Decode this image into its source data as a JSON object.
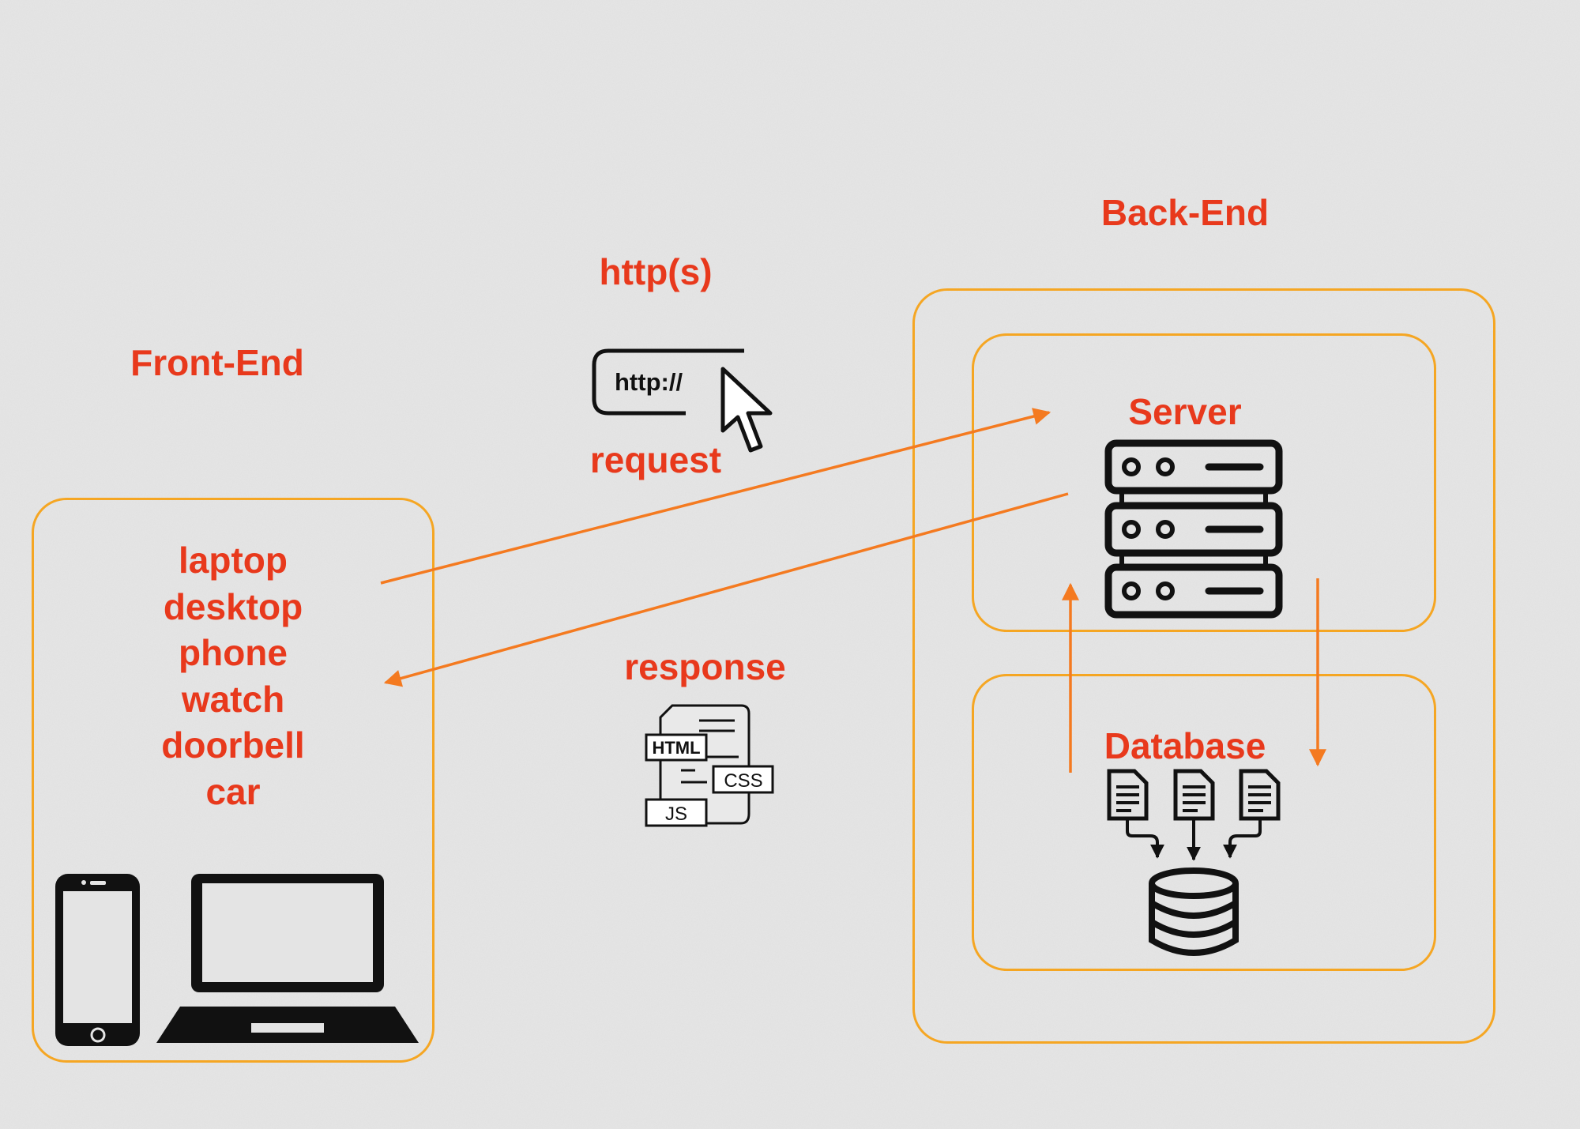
{
  "frontend": {
    "title": "Front-End",
    "devices": [
      "laptop",
      "desktop",
      "phone",
      "watch",
      "doorbell",
      "car"
    ]
  },
  "protocol": {
    "title": "http(s)",
    "url_text": "http://",
    "request_label": "request",
    "response_label": "response",
    "file_tags": [
      "HTML",
      "CSS",
      "JS"
    ]
  },
  "backend": {
    "title": "Back-End",
    "server_label": "Server",
    "database_label": "Database"
  },
  "icons": [
    "url-bar-icon",
    "cursor-icon",
    "web-files-icon",
    "server-rack-icon",
    "document-icon",
    "database-icon",
    "phone-icon",
    "laptop-icon"
  ],
  "colors": {
    "label": "#e8391c",
    "box_border": "#f5a623",
    "arrow": "#f47a20",
    "background": "#e6e6e6"
  }
}
